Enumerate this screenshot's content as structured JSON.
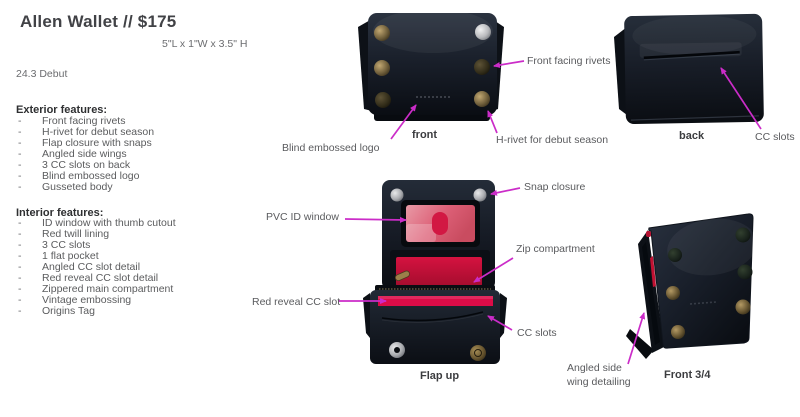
{
  "header": {
    "title": "Allen Wallet // $175",
    "dimensions": "5\"L x 1\"W x 3.5\" H",
    "season": "24.3 Debut"
  },
  "features": {
    "exterior": {
      "heading": "Exterior features:",
      "items": [
        "Front facing rivets",
        "H-rivet for debut season",
        "Flap closure with snaps",
        "Angled side wings",
        "3 CC slots on back",
        "Blind embossed logo",
        "Gusseted body"
      ]
    },
    "interior": {
      "heading": "Interior features:",
      "items": [
        "ID window with thumb cutout",
        "Red twill lining",
        "3 CC slots",
        "1 flat pocket",
        "Angled CC slot detail",
        "Red reveal CC slot detail",
        "Zippered main compartment",
        "Vintage embossing",
        "Origins Tag"
      ]
    }
  },
  "views": {
    "front": {
      "caption": "front",
      "annotations": {
        "front_facing_rivets": "Front facing rivets",
        "h_rivet": "H-rivet for debut season",
        "blind_embossed_logo": "Blind embossed logo"
      }
    },
    "back": {
      "caption": "back",
      "annotations": {
        "cc_slots": "CC slots"
      }
    },
    "flap_up": {
      "caption": "Flap up",
      "annotations": {
        "snap_closure": "Snap closure",
        "pvc_id_window": "PVC ID window",
        "zip_compartment": "Zip compartment",
        "red_reveal_cc_slot": "Red reveal CC slot",
        "cc_slots": "CC slots"
      }
    },
    "front_three_quarter": {
      "caption": "Front 3/4",
      "annotations": {
        "angled_side_wing_line1": "Angled side",
        "angled_side_wing_line2": "wing detailing"
      }
    }
  },
  "colors": {
    "annotation_arrow": "#cb2cc8",
    "leather_dark": "#141922",
    "lining_red": "#c81038",
    "reveal_red": "#dc0c48",
    "body_text": "#58595b"
  }
}
